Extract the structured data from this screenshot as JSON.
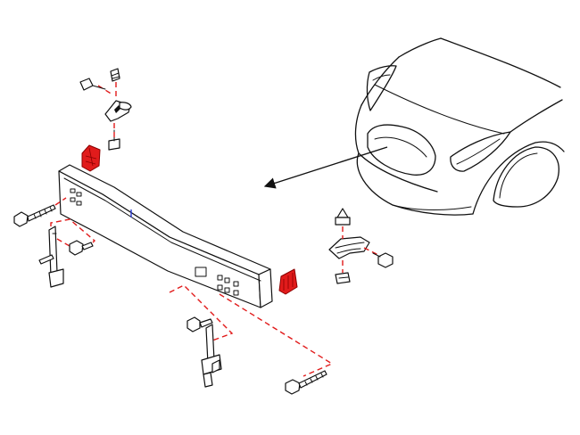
{
  "diagram": {
    "accent_color": "#e11b1b",
    "line_color": "#111111",
    "parts": [
      {
        "id": "bumper-reinforcement-beam",
        "highlighted": false
      },
      {
        "id": "bracket-left-upper",
        "highlighted": true
      },
      {
        "id": "bracket-right-end",
        "highlighted": true
      },
      {
        "id": "side-bracket-right",
        "highlighted": false
      },
      {
        "id": "mounting-bolts",
        "highlighted": false
      },
      {
        "id": "support-stays",
        "highlighted": false
      }
    ],
    "icons": [
      "car-front-icon",
      "bolt-icon",
      "nut-icon",
      "clip-icon",
      "pointer-arrow-icon"
    ]
  }
}
